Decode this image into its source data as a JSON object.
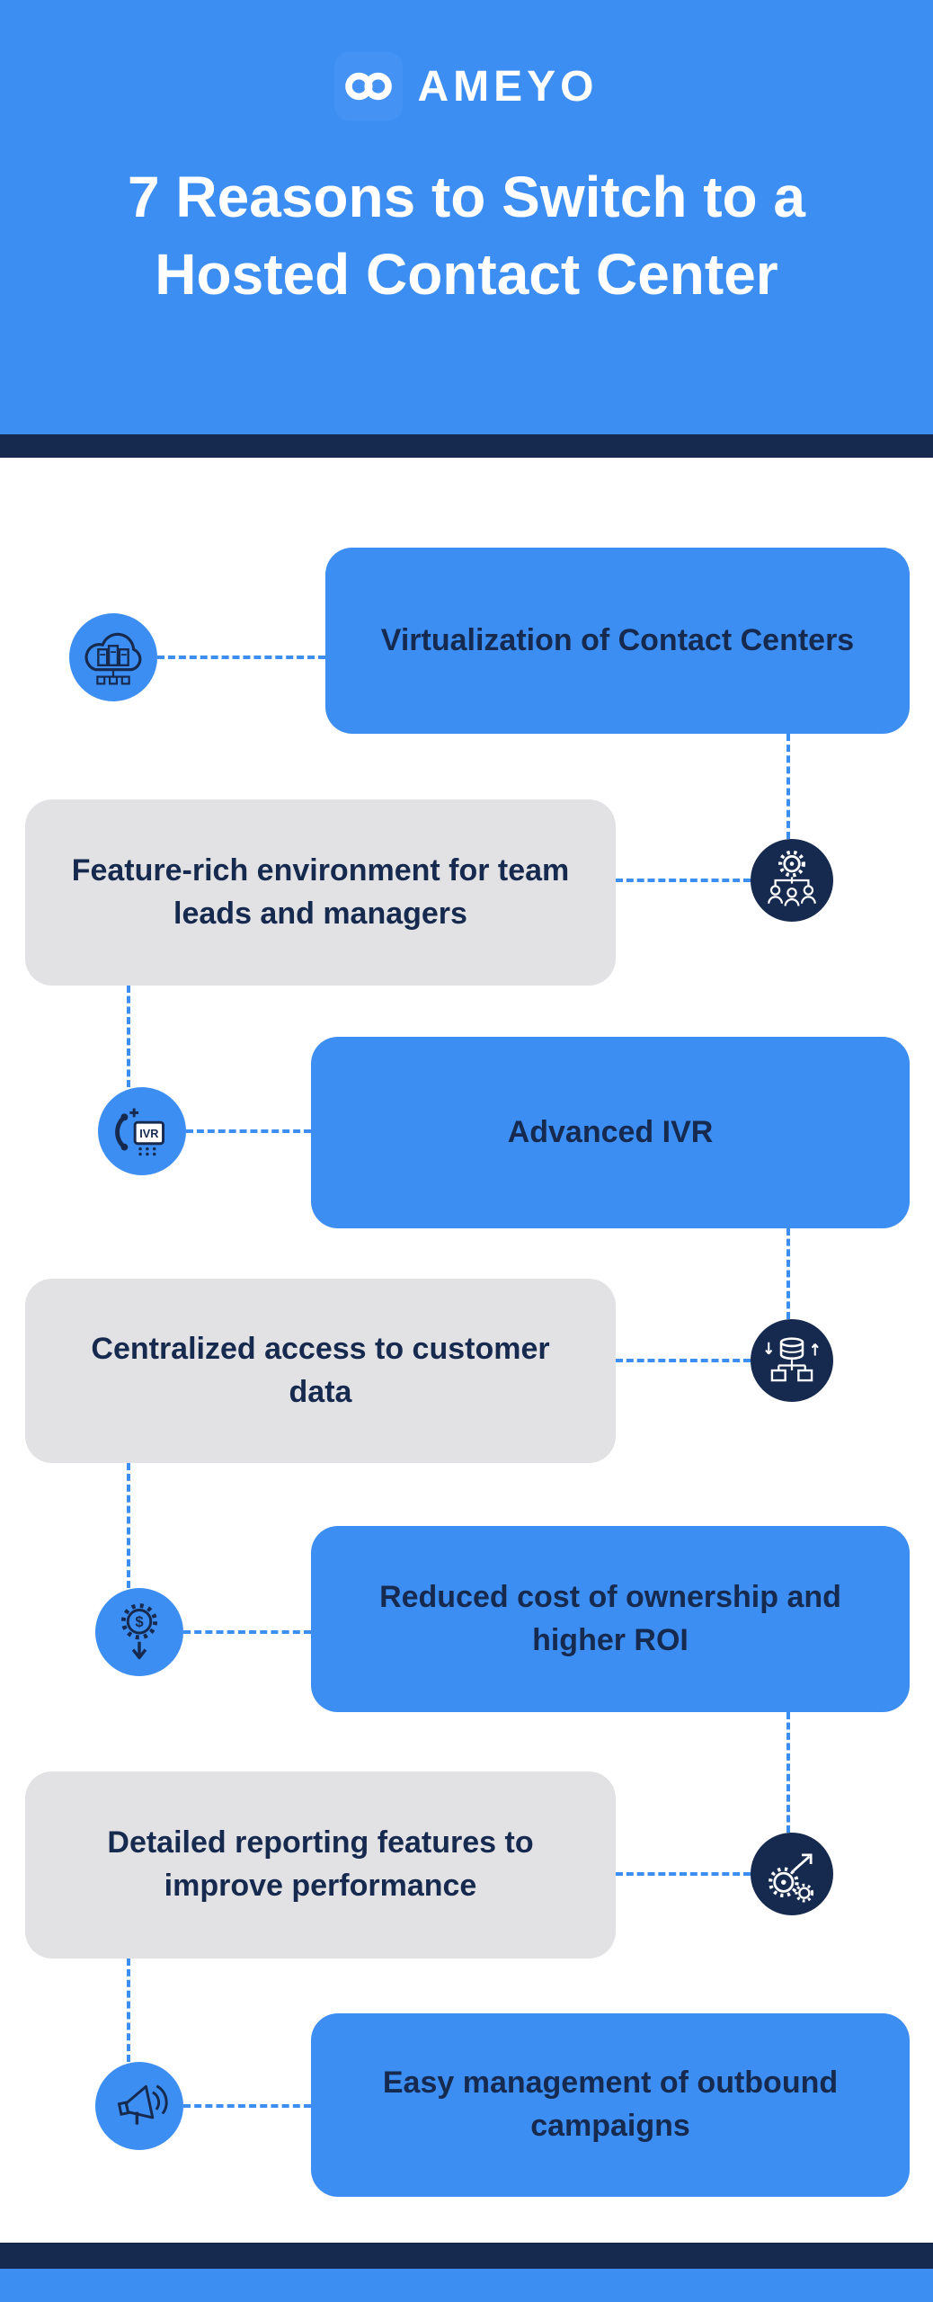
{
  "colors": {
    "blue": "#3d8ef2",
    "navy": "#16294e",
    "gray": "#e2e2e4",
    "white": "#ffffff"
  },
  "header": {
    "brand": "AMEYO",
    "title_line1": "7 Reasons to Switch to a",
    "title_line2": "Hosted Contact Center"
  },
  "icons": {
    "ivr_label": "IVR",
    "dollar_glyph": "$"
  },
  "items": [
    {
      "label": "Virtualization of Contact Centers",
      "style": "blue",
      "side": "right",
      "icon": "cloud-servers-icon"
    },
    {
      "label": "Feature-rich environment for team leads and managers",
      "style": "gray",
      "side": "left",
      "icon": "team-hierarchy-gear-icon"
    },
    {
      "label": "Advanced IVR",
      "style": "blue",
      "side": "right",
      "icon": "ivr-phone-icon"
    },
    {
      "label": "Centralized access to customer data",
      "style": "gray",
      "side": "left",
      "icon": "database-flow-icon"
    },
    {
      "label": "Reduced cost of ownership and higher ROI",
      "style": "blue",
      "side": "right",
      "icon": "cost-gear-down-arrow-icon"
    },
    {
      "label": "Detailed reporting features to improve performance",
      "style": "gray",
      "side": "left",
      "icon": "gears-growth-arrow-icon"
    },
    {
      "label": "Easy management of outbound campaigns",
      "style": "blue",
      "side": "right",
      "icon": "megaphone-icon"
    }
  ]
}
